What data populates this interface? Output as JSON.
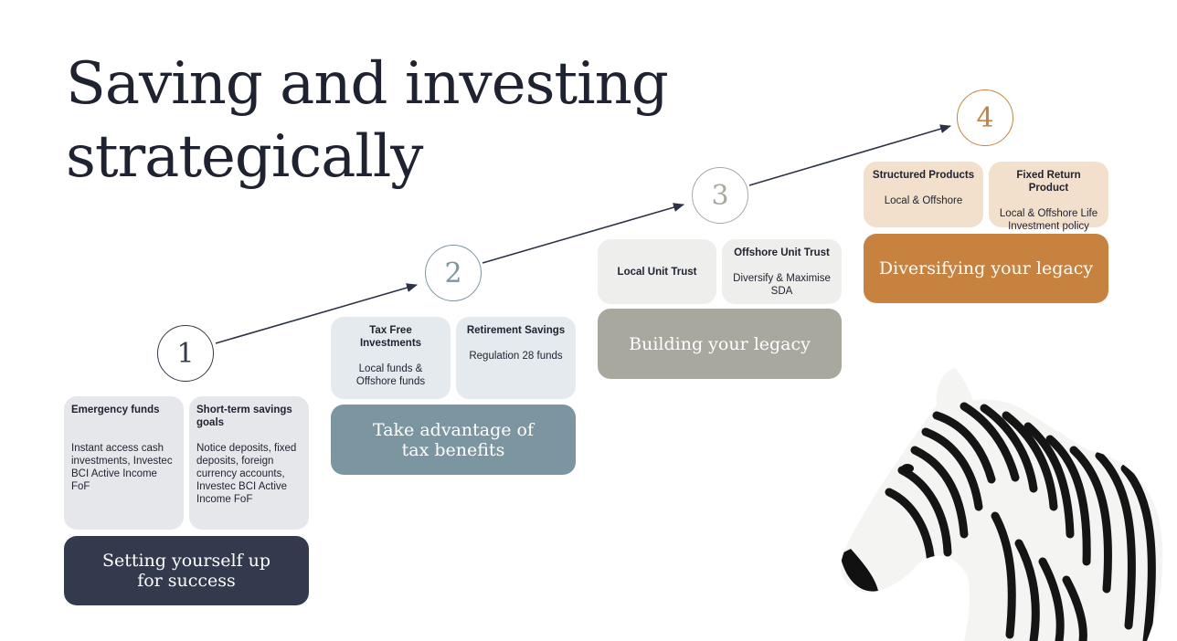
{
  "title": {
    "line1": "Saving and investing",
    "line2": "strategically"
  },
  "steps": [
    {
      "number": "1",
      "banner": "Setting yourself up\nfor success",
      "cards": [
        {
          "heading": "Emergency funds",
          "body": "Instant access cash investments, Investec BCI Active Income FoF"
        },
        {
          "heading": "Short-term savings goals",
          "body": "Notice deposits, fixed deposits, foreign currency accounts, Investec BCI Active Income FoF"
        }
      ]
    },
    {
      "number": "2",
      "banner": "Take advantage of\ntax benefits",
      "cards": [
        {
          "heading": "Tax Free Investments",
          "body": "Local funds & Offshore funds"
        },
        {
          "heading": "Retirement Savings",
          "body": "Regulation 28 funds"
        }
      ]
    },
    {
      "number": "3",
      "banner": "Building your legacy",
      "cards": [
        {
          "heading": "Local Unit Trust",
          "body": ""
        },
        {
          "heading": "Offshore Unit Trust",
          "body": "Diversify & Maximise SDA"
        }
      ]
    },
    {
      "number": "4",
      "banner": "Diversifying your legacy",
      "cards": [
        {
          "heading": "Structured Products",
          "body": "Local & Offshore"
        },
        {
          "heading": "Fixed Return Product",
          "body": "Local & Offshore Life Investment policy"
        }
      ]
    }
  ],
  "colors": {
    "title": "#1f2230",
    "step1_banner": "#333a4d",
    "step1_cards": "#e6e7eb",
    "step2_banner": "#7c96a1",
    "step2_cards": "#e4eaee",
    "step3_banner": "#a9a89f",
    "step3_cards": "#eeeeec",
    "step4_banner": "#c8823f",
    "step4_cards": "#f2e0cc",
    "arrow": "#2c3347"
  },
  "image": {
    "subject": "zebra"
  }
}
